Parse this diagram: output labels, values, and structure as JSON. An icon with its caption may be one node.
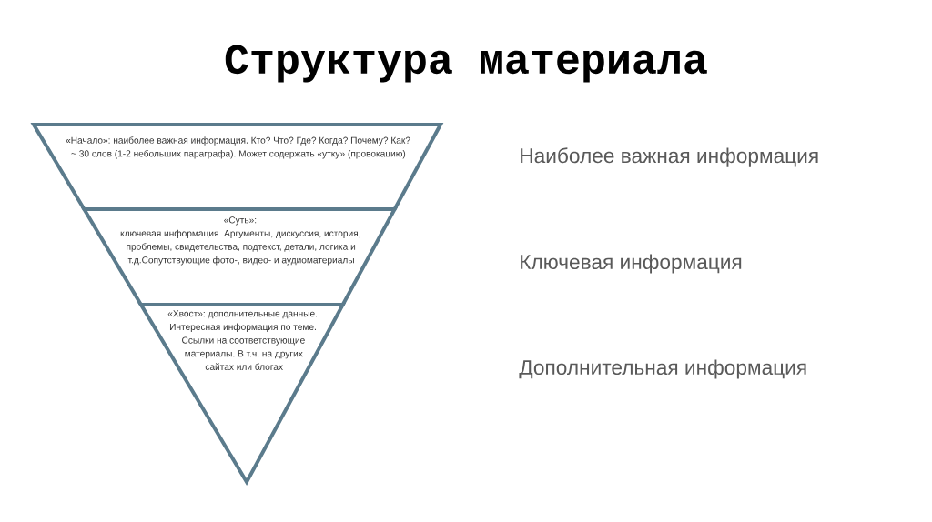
{
  "diagram": {
    "title": "Структура материала",
    "nodes": [
      {
        "text": [
          "«Начало»: наиболее важная информация. Кто? Что? Где? Когда? Почему? Как? ~ 30 слов (1-2 небольших параграфа). Может содержать «утку» (провокацию)"
        ]
      },
      {
        "text": [
          "«Суть»: ключевая информация. Аргументы, дискуссия, история, проблемы, свидетельства, подтекст, детали, логика и т.д.Сопутствующие фото-, видео- и аудиоматериалы"
        ]
      },
      {
        "text": [
          "«Хвост»: дополнительные данные. Интересная информация по теме. Ссылки на соответствующие материалы. В т.ч. на других сайтах или блогах"
        ]
      }
    ],
    "labels": [
      "Наиболее важная информация",
      "Ключевая информация",
      "Дополнительная информация"
    ]
  }
}
